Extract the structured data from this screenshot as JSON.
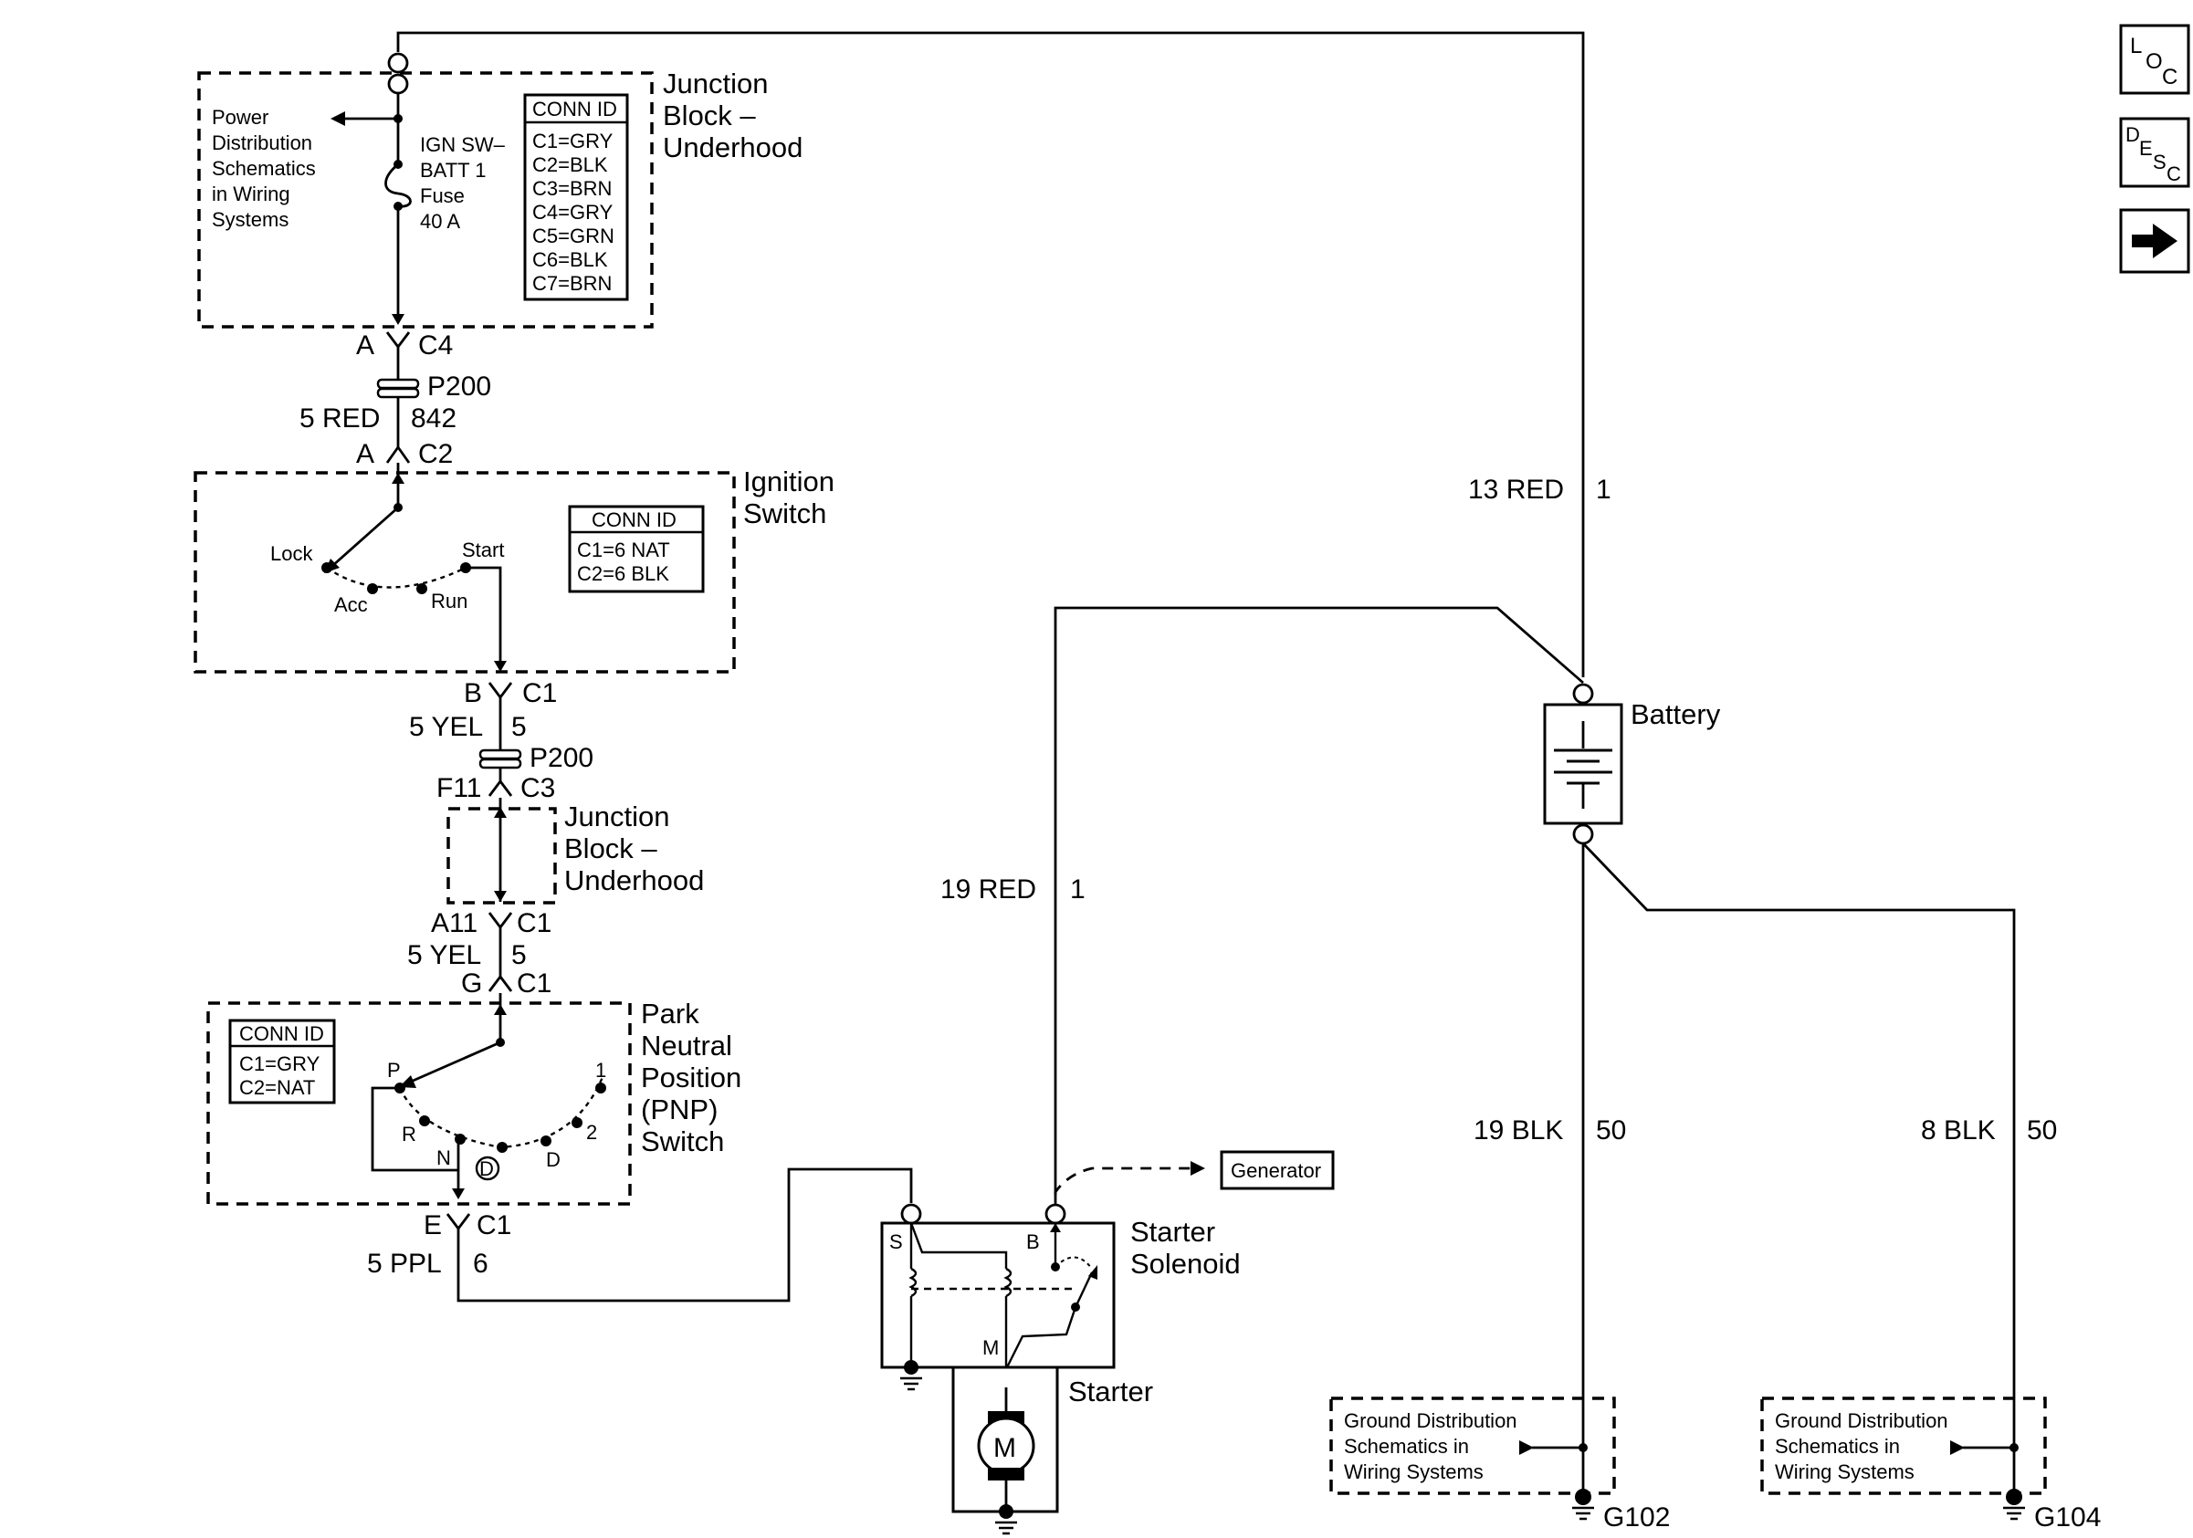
{
  "nav": {
    "loc_icon": "loc-icon",
    "desc_icon": "desc-icon",
    "next_icon": "arrow-right-icon"
  },
  "nav_text": {
    "loc_l": "L",
    "loc_o": "O",
    "loc_c": "C",
    "desc_d": "D",
    "desc_e": "E",
    "desc_s": "S",
    "desc_c": "C"
  },
  "jb1": {
    "title": [
      "Junction",
      "Block –",
      "Underhood"
    ],
    "power_ref": [
      "Power",
      "Distribution",
      "Schematics",
      "in Wiring",
      "Systems"
    ],
    "fuse": [
      "IGN SW–",
      "BATT 1",
      "Fuse",
      "40 A"
    ],
    "conn_header": "CONN ID",
    "conn_ids": [
      "C1=GRY",
      "C2=BLK",
      "C3=BRN",
      "C4=GRY",
      "C5=GRN",
      "C6=BLK",
      "C7=BRN"
    ]
  },
  "conn_a_c4": {
    "pin": "A",
    "conn": "C4"
  },
  "p200_top": {
    "label": "P200"
  },
  "wire_5red": {
    "label": "5 RED",
    "circuit": "842"
  },
  "conn_a_c2": {
    "pin": "A",
    "conn": "C2"
  },
  "ign_switch": {
    "title": [
      "Ignition",
      "Switch"
    ],
    "positions": {
      "lock": "Lock",
      "acc": "Acc",
      "run": "Run",
      "start": "Start"
    },
    "conn_header": "CONN ID",
    "conn_ids": [
      "C1=6 NAT",
      "C2=6 BLK"
    ]
  },
  "conn_b_c1": {
    "pin": "B",
    "conn": "C1"
  },
  "wire_5yel_a": {
    "label": "5 YEL",
    "circuit": "5"
  },
  "p200_mid": {
    "label": "P200"
  },
  "conn_f11_c3": {
    "pin": "F11",
    "conn": "C3"
  },
  "jb2": {
    "title": [
      "Junction",
      "Block –",
      "Underhood"
    ]
  },
  "conn_a11_c1": {
    "pin": "A11",
    "conn": "C1"
  },
  "wire_5yel_b": {
    "label": "5 YEL",
    "circuit": "5"
  },
  "conn_g_c1": {
    "pin": "G",
    "conn": "C1"
  },
  "pnp": {
    "title": [
      "Park",
      "Neutral",
      "Position",
      "(PNP)",
      "Switch"
    ],
    "conn_header": "CONN ID",
    "conn_ids": [
      "C1=GRY",
      "C2=NAT"
    ],
    "positions": {
      "p": "P",
      "r": "R",
      "n": "N",
      "d": "D",
      "two": "2",
      "one": "1"
    }
  },
  "conn_e_c1": {
    "pin": "E",
    "conn": "C1"
  },
  "wire_5ppl": {
    "label": "5 PPL",
    "circuit": "6"
  },
  "wire_13red": {
    "label": "13 RED",
    "circuit": "1"
  },
  "wire_19red": {
    "label": "19 RED",
    "circuit": "1"
  },
  "battery": {
    "label": "Battery"
  },
  "generator": {
    "label": "Generator"
  },
  "solenoid": {
    "title": [
      "Starter",
      "Solenoid"
    ],
    "terminals": {
      "s": "S",
      "b": "B",
      "m": "M"
    }
  },
  "starter": {
    "label": "Starter",
    "motor": "M"
  },
  "wire_19blk": {
    "label": "19 BLK",
    "circuit": "50"
  },
  "wire_8blk": {
    "label": "8 BLK",
    "circuit": "50"
  },
  "ground_ref_1": {
    "text": [
      "Ground Distribution",
      "Schematics in",
      "Wiring Systems"
    ],
    "ground": "G102"
  },
  "ground_ref_2": {
    "text": [
      "Ground Distribution",
      "Schematics in",
      "Wiring Systems"
    ],
    "ground": "G104"
  }
}
